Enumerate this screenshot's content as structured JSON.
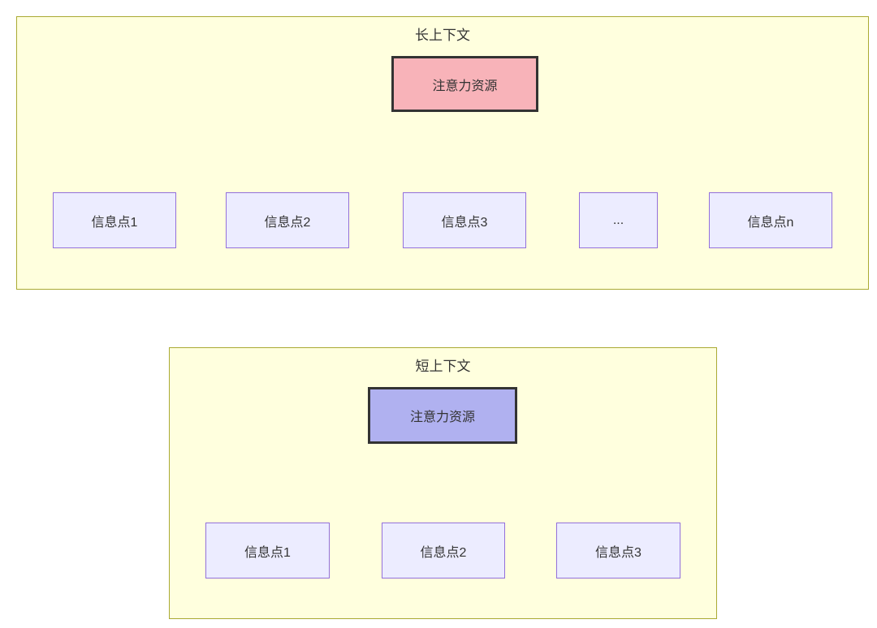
{
  "colors": {
    "cluster_fill": "#ffffde",
    "cluster_border": "#aaaa33",
    "info_node_fill": "#ececff",
    "info_node_border": "#9370db",
    "attention_long_fill": "#f8b3b9",
    "attention_short_fill": "#b0b1f0",
    "attention_border": "#333333",
    "edge_stroke": "#333333",
    "text": "#333333"
  },
  "long_context": {
    "title": "长上下文",
    "attention": {
      "label": "注意力资源"
    },
    "nodes": [
      {
        "label": "信息点1"
      },
      {
        "label": "信息点2"
      },
      {
        "label": "信息点3"
      },
      {
        "label": "..."
      },
      {
        "label": "信息点n"
      }
    ]
  },
  "short_context": {
    "title": "短上下文",
    "attention": {
      "label": "注意力资源"
    },
    "nodes": [
      {
        "label": "信息点1"
      },
      {
        "label": "信息点2"
      },
      {
        "label": "信息点3"
      }
    ]
  }
}
